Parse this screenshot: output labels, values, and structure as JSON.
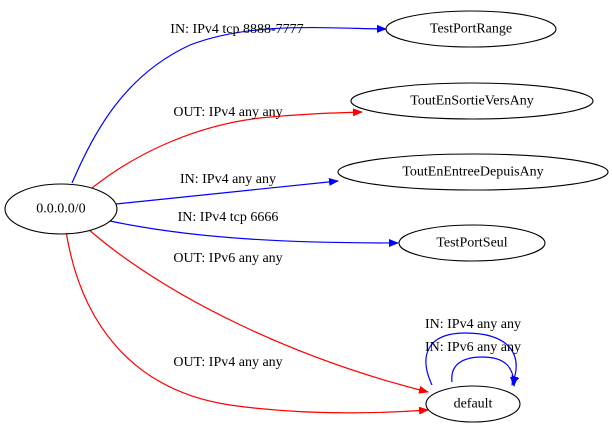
{
  "colors": {
    "in_edge": "#0000ff",
    "out_edge": "#ff0000",
    "node_stroke": "#000000",
    "background": "#ffffff"
  },
  "nodes": {
    "source": "0.0.0.0/0",
    "test_port_range": "TestPortRange",
    "tout_en_sortie": "ToutEnSortieVersAny",
    "tout_en_entree": "ToutEnEntreeDepuisAny",
    "test_port_seul": "TestPortSeul",
    "default": "default"
  },
  "edges": [
    {
      "id": "e1",
      "from": "source",
      "to": "test_port_range",
      "direction": "IN",
      "label": "IN: IPv4 tcp 8888-7777"
    },
    {
      "id": "e2",
      "from": "source",
      "to": "tout_en_sortie",
      "direction": "OUT",
      "label": "OUT: IPv4 any any"
    },
    {
      "id": "e3",
      "from": "source",
      "to": "tout_en_entree",
      "direction": "IN",
      "label": "IN: IPv4 any any"
    },
    {
      "id": "e4",
      "from": "source",
      "to": "test_port_seul",
      "direction": "IN",
      "label": "IN: IPv4 tcp 6666"
    },
    {
      "id": "e5",
      "from": "source",
      "to": "default",
      "direction": "OUT",
      "label": "OUT: IPv6 any any"
    },
    {
      "id": "e6",
      "from": "source",
      "to": "default",
      "direction": "OUT",
      "label": "OUT: IPv4 any any"
    },
    {
      "id": "e7",
      "from": "default",
      "to": "default",
      "direction": "IN",
      "label": "IN: IPv4 any any"
    },
    {
      "id": "e8",
      "from": "default",
      "to": "default",
      "direction": "IN",
      "label": "IN: IPv6 any any"
    }
  ]
}
